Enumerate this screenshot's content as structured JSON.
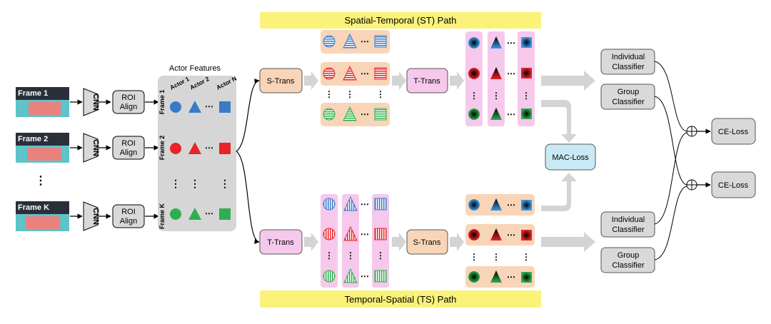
{
  "frames": [
    "Frame 1",
    "Frame 2",
    "Frame K"
  ],
  "cnn_label": "CNN",
  "roi_label": [
    "ROI",
    "Align"
  ],
  "actor_features": {
    "title": "Actor Features",
    "actors": [
      "Actor 1",
      "Actor 2",
      "Actor N"
    ],
    "frames": [
      "Frame 1",
      "Frame 2",
      "Frame K"
    ]
  },
  "st_path_label": "Spatial-Temporal (ST) Path",
  "ts_path_label": "Temporal-Spatial (TS) Path",
  "s_trans": "S-Trans",
  "t_trans": "T-Trans",
  "individual_classifier": [
    "Individual",
    "Classifier"
  ],
  "group_classifier": [
    "Group",
    "Classifier"
  ],
  "mac_loss": "MAC-Loss",
  "ce_loss": "CE-Loss",
  "colors": {
    "blue": "#3a7bc8",
    "red": "#e8232a",
    "green": "#2fae4f",
    "s_trans_fill": "#f8d5b8",
    "t_trans_fill": "#f6c8ec",
    "path_banner": "#fbf27a",
    "mac_fill": "#c9eaf4",
    "gray_panel": "#d9d9d9"
  }
}
